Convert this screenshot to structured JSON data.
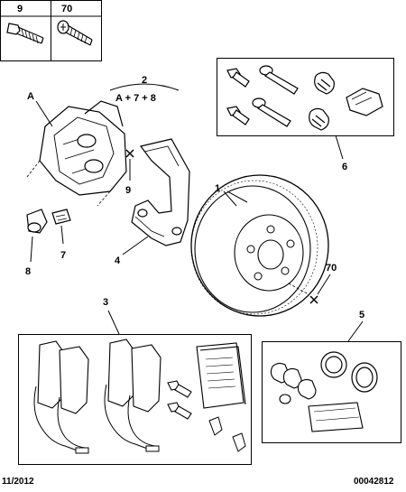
{
  "labels": {
    "screw_9": "9",
    "screw_70": "70",
    "caliper_A": "A",
    "assembly_2": "2",
    "formula": "A + 7 + 8",
    "kit_6": "6",
    "pin_9": "9",
    "disc_1": "1",
    "bracket_4": "4",
    "bleed_7": "7",
    "cap_8": "8",
    "disc_70": "70",
    "pads_3": "3",
    "kit_5": "5"
  },
  "footer": {
    "date": "11/2012",
    "code": "00042812"
  }
}
